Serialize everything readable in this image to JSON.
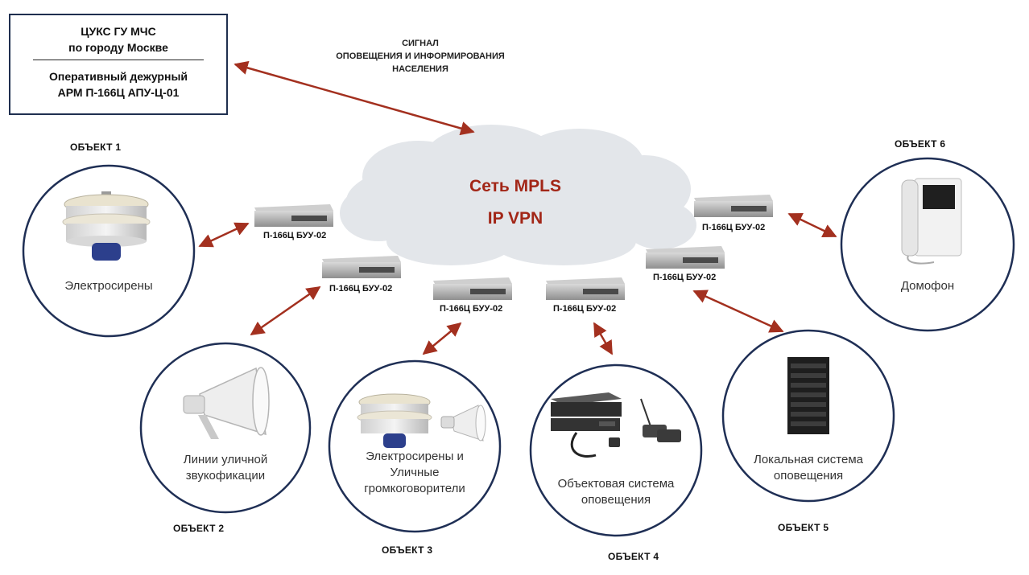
{
  "hq": {
    "line1": "ЦУКС ГУ МЧС",
    "line2": "по городу Москве",
    "line3": "Оперативный дежурный",
    "line4": "АРМ П-166Ц АПУ-Ц-01"
  },
  "signal": {
    "line1": "СИГНАЛ",
    "line2": "ОПОВЕЩЕНИЯ И ИНФОРМИРОВАНИЯ",
    "line3": "НАСЕЛЕНИЯ"
  },
  "cloud": {
    "line1": "Сеть MPLS",
    "line2": "IP VPN"
  },
  "devices": [
    {
      "label": "П-166Ц БУУ-02"
    },
    {
      "label": "П-166Ц БУУ-02"
    },
    {
      "label": "П-166Ц БУУ-02"
    },
    {
      "label": "П-166Ц БУУ-02"
    },
    {
      "label": "П-166Ц БУУ-02"
    },
    {
      "label": "П-166Ц БУУ-02"
    }
  ],
  "objects": [
    {
      "label": "ОБЪЕКТ 1",
      "text": [
        "Электросирены"
      ],
      "icon": "siren-icon"
    },
    {
      "label": "ОБЪЕКТ 2",
      "text": [
        "Линии уличной",
        "звукофикации"
      ],
      "icon": "horn-speaker-icon"
    },
    {
      "label": "ОБЪЕКТ 3",
      "text": [
        "Электросирены и",
        "Уличные",
        "громкоговорители"
      ],
      "icon": "siren-and-horn-icon"
    },
    {
      "label": "ОБЪЕКТ 4",
      "text": [
        "Объектовая система",
        "оповещения"
      ],
      "icon": "amplifier-microphone-icon"
    },
    {
      "label": "ОБЪЕКТ 5",
      "text": [
        "Локальная система",
        "оповещения"
      ],
      "icon": "equipment-rack-icon"
    },
    {
      "label": "ОБЪЕКТ 6",
      "text": [
        "Домофон"
      ],
      "icon": "intercom-icon"
    }
  ],
  "colors": {
    "arrow": "#a3301f",
    "circle_border": "#1f2f55",
    "cloud": "#e3e6ea",
    "cloud_text": "#a22617"
  }
}
